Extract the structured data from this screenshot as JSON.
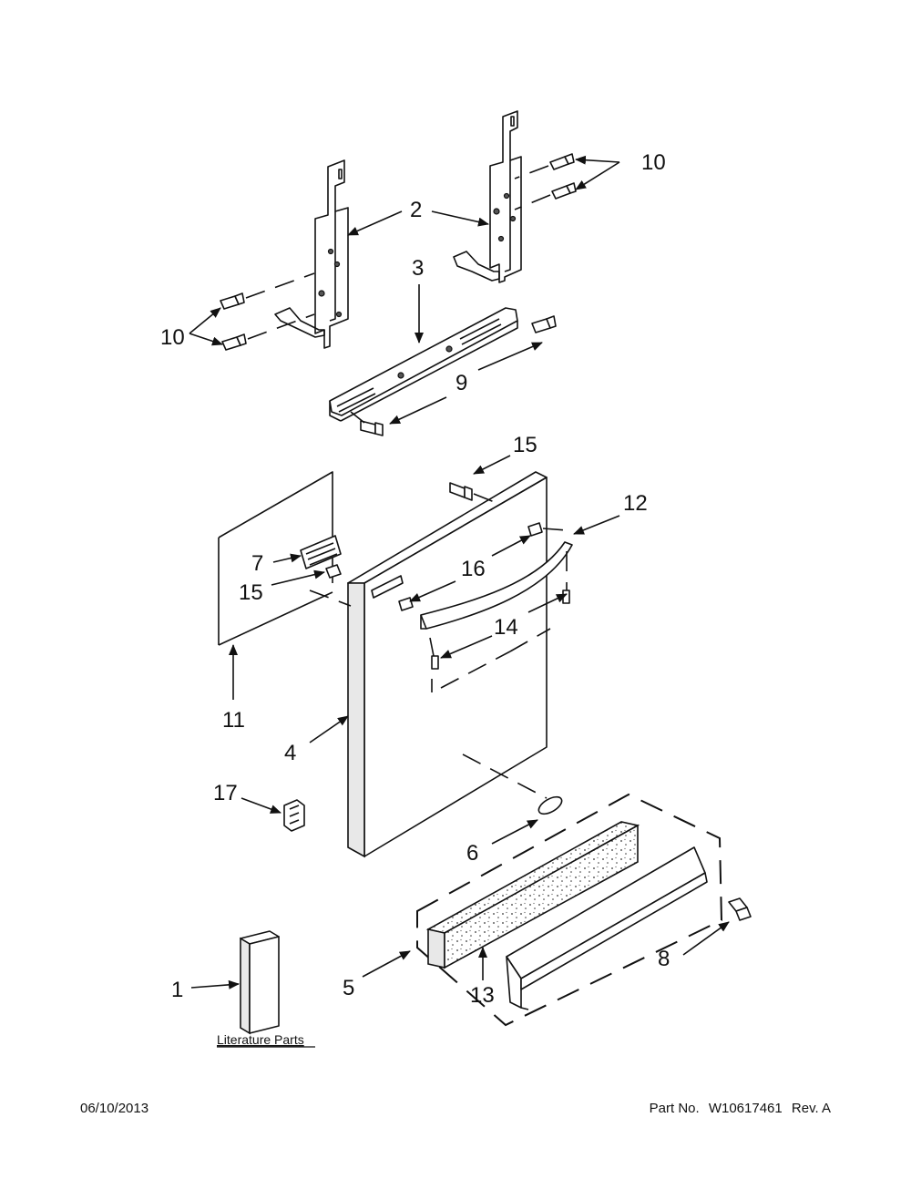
{
  "callouts": {
    "c1": "1",
    "c2": "2",
    "c3": "3",
    "c4": "4",
    "c5": "5",
    "c6": "6",
    "c7": "7",
    "c8": "8",
    "c9": "9",
    "c10a": "10",
    "c10b": "10",
    "c11": "11",
    "c12": "12",
    "c13": "13",
    "c14": "14",
    "c15a": "15",
    "c15b": "15",
    "c16": "16",
    "c17": "17"
  },
  "literature_label": "Literature Parts",
  "footer": {
    "date": "06/10/2013",
    "part_label": "Part No.",
    "part_number": "W10617461",
    "revision": "Rev. A"
  }
}
